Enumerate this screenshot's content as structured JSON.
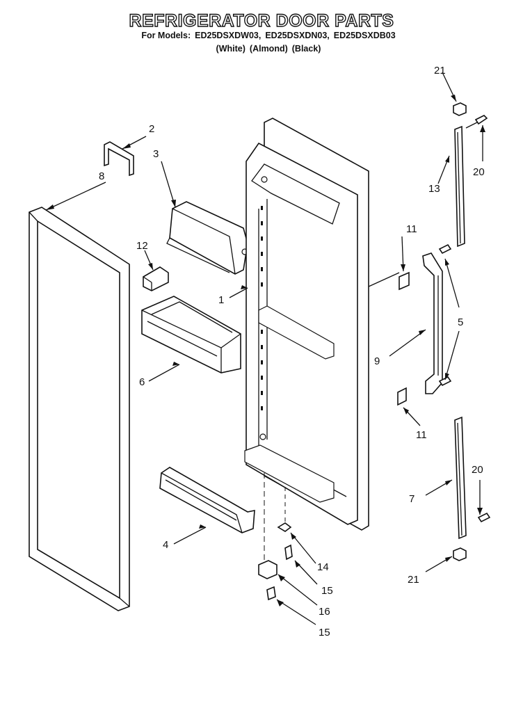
{
  "header": {
    "title": "REFRIGERATOR DOOR PARTS",
    "models_prefix": "For Models:",
    "models": [
      "ED25DSXDW03,",
      "ED25DSXDN03,",
      "ED25DSXDB03"
    ],
    "colors": [
      "(White)",
      "(Almond)",
      "(Black)"
    ]
  },
  "callouts": {
    "c1": "1",
    "c2": "2",
    "c3": "3",
    "c4": "4",
    "c5": "5",
    "c6": "6",
    "c7": "7",
    "c8": "8",
    "c9": "9",
    "c11a": "11",
    "c11b": "11",
    "c12": "12",
    "c13": "13",
    "c14": "14",
    "c15a": "15",
    "c15b": "15",
    "c16": "16",
    "c20a": "20",
    "c20b": "20",
    "c21a": "21",
    "c21b": "21"
  }
}
